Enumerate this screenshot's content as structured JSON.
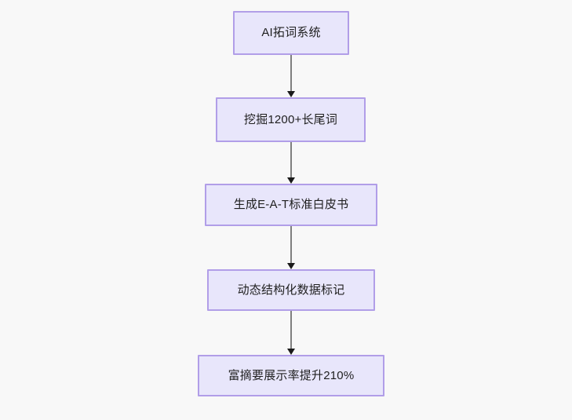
{
  "diagram": {
    "type": "flowchart",
    "direction": "top-to-bottom",
    "background_color": "#f8f8f8",
    "node_fill_color": "#e8e6fb",
    "node_border_color": "#b19ee8",
    "node_text_color": "#1f1f1f",
    "edge_color": "#7f7f7f",
    "arrowhead_color": "#1a1a1a",
    "nodes": [
      {
        "id": "n1",
        "label": "AI拓词系统"
      },
      {
        "id": "n2",
        "label": "挖掘1200+长尾词"
      },
      {
        "id": "n3",
        "label": "生成E-A-T标准白皮书"
      },
      {
        "id": "n4",
        "label": "动态结构化数据标记"
      },
      {
        "id": "n5",
        "label": "富摘要展示率提升210%"
      }
    ],
    "edges": [
      {
        "from": "n1",
        "to": "n2",
        "label": ""
      },
      {
        "from": "n2",
        "to": "n3",
        "label": ""
      },
      {
        "from": "n3",
        "to": "n4",
        "label": ""
      },
      {
        "from": "n4",
        "to": "n5",
        "label": ""
      }
    ]
  }
}
